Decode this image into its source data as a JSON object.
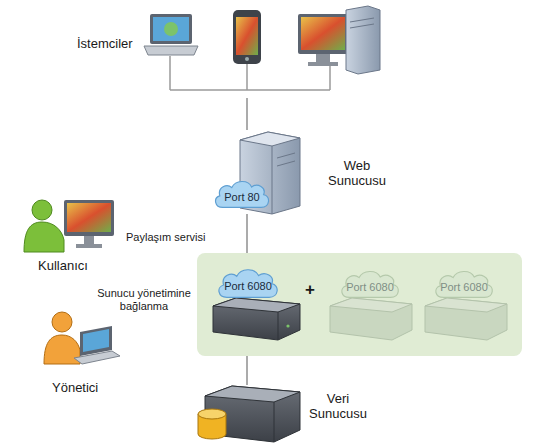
{
  "diagram": {
    "nodes": [
      {
        "text": [
          "İstemciler"
        ]
      },
      {
        "text": [
          "Web Sunucusu"
        ]
      },
      {
        "text": [
          "Port 80"
        ]
      },
      {
        "text": [
          "Kullanıcı"
        ]
      },
      {
        "text": [
          "Yönetici"
        ]
      },
      {
        "text": [
          "Port 6080"
        ]
      },
      {
        "text": [
          "Port 6080"
        ]
      },
      {
        "text": [
          "Port 6080"
        ]
      },
      {
        "text": [
          "Veri Sunucusu"
        ]
      }
    ],
    "edges": [
      {
        "from": 0,
        "to": 1,
        "arrow": "none"
      },
      {
        "from": 1,
        "to": 5,
        "arrow": "none"
      },
      {
        "from": 5,
        "to": 8,
        "arrow": "none"
      }
    ],
    "labels": [
      "Paylaşım servisi",
      "Sunucu yönetimine bağlanma",
      "+"
    ]
  }
}
